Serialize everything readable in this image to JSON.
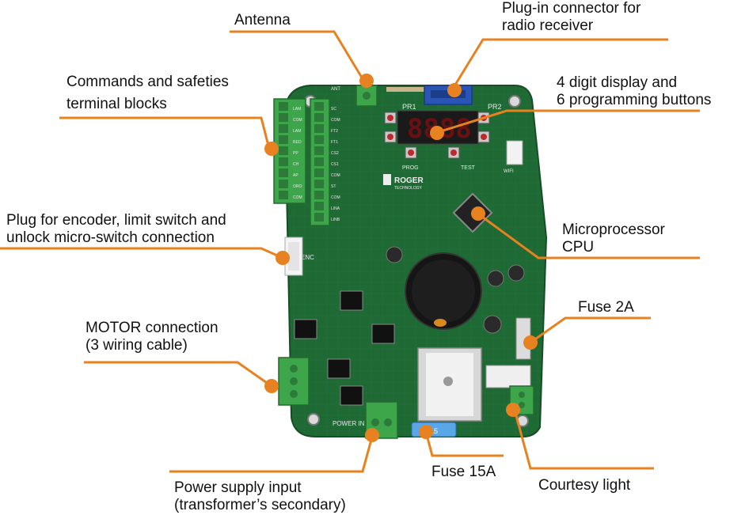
{
  "colors": {
    "leader": "#e8811f",
    "board": "#1f6a34",
    "terminal": "#3ea64a",
    "text": "#111111"
  },
  "labels": {
    "antenna": [
      "Antenna"
    ],
    "radio": [
      "Plug-in connector for",
      "radio receiver"
    ],
    "commands": [
      "Commands and safeties",
      "terminal blocks"
    ],
    "display": [
      "4 digit display and",
      "6 programming buttons"
    ],
    "encoder": [
      "Plug for encoder, limit switch and",
      "unlock micro-switch connection"
    ],
    "cpu": [
      "Microprocessor",
      "CPU"
    ],
    "fuse2": [
      "Fuse 2A"
    ],
    "motor": [
      "MOTOR connection",
      "(3 wiring cable)"
    ],
    "power": [
      "Power supply input",
      "(transformer’s secondary)"
    ],
    "fuse15": [
      "Fuse 15A"
    ],
    "courtesy": [
      "Courtesy light"
    ]
  },
  "board_text": {
    "brand": "ROGER",
    "brand_sub": "TECHNOLOGY",
    "pr1": "PR1",
    "pr2": "PR2",
    "prog": "PROG",
    "test": "TEST",
    "wifi": "WIFI",
    "power_in": "POWER IN",
    "ant": "ANT",
    "enc": "ENC",
    "fuse_value": "15",
    "terminals_left": [
      "LAM",
      "COM",
      "LAM",
      "RED",
      "PP",
      "CH",
      "AP",
      "ORO",
      "COM"
    ],
    "terminals_right": [
      "SC",
      "COM",
      "FT2",
      "FT1",
      "CS2",
      "CS1",
      "COM",
      "ST",
      "COM",
      "LINA",
      "LINB"
    ]
  }
}
